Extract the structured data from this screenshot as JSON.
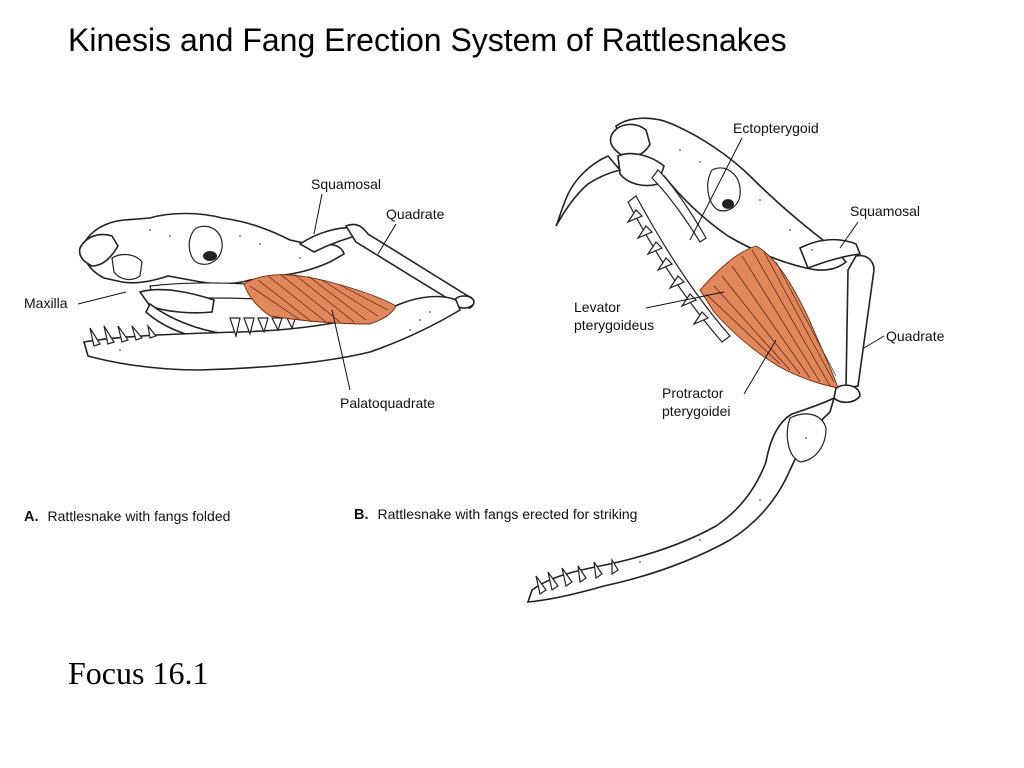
{
  "title": "Kinesis and Fang Erection System of Rattlesnakes",
  "panel_a": {
    "letter": "A.",
    "caption": "Rattlesnake with fangs folded",
    "labels": {
      "squamosal": "Squamosal",
      "quadrate": "Quadrate",
      "maxilla": "Maxilla",
      "palatoquadrate": "Palatoquadrate"
    }
  },
  "panel_b": {
    "letter": "B.",
    "caption": "Rattlesnake with fangs erected for  striking",
    "labels": {
      "ectopterygoid": "Ectopterygoid",
      "squamosal": "Squamosal",
      "levator_line1": "Levator",
      "levator_line2": "pterygoideus",
      "quadrate": "Quadrate",
      "protractor_line1": "Protractor",
      "protractor_line2": "pterygoidei"
    }
  },
  "footer": "Focus 16.1",
  "colors": {
    "muscle": "#e0875c",
    "muscle_line": "#6b2a12",
    "ink": "#111111"
  }
}
